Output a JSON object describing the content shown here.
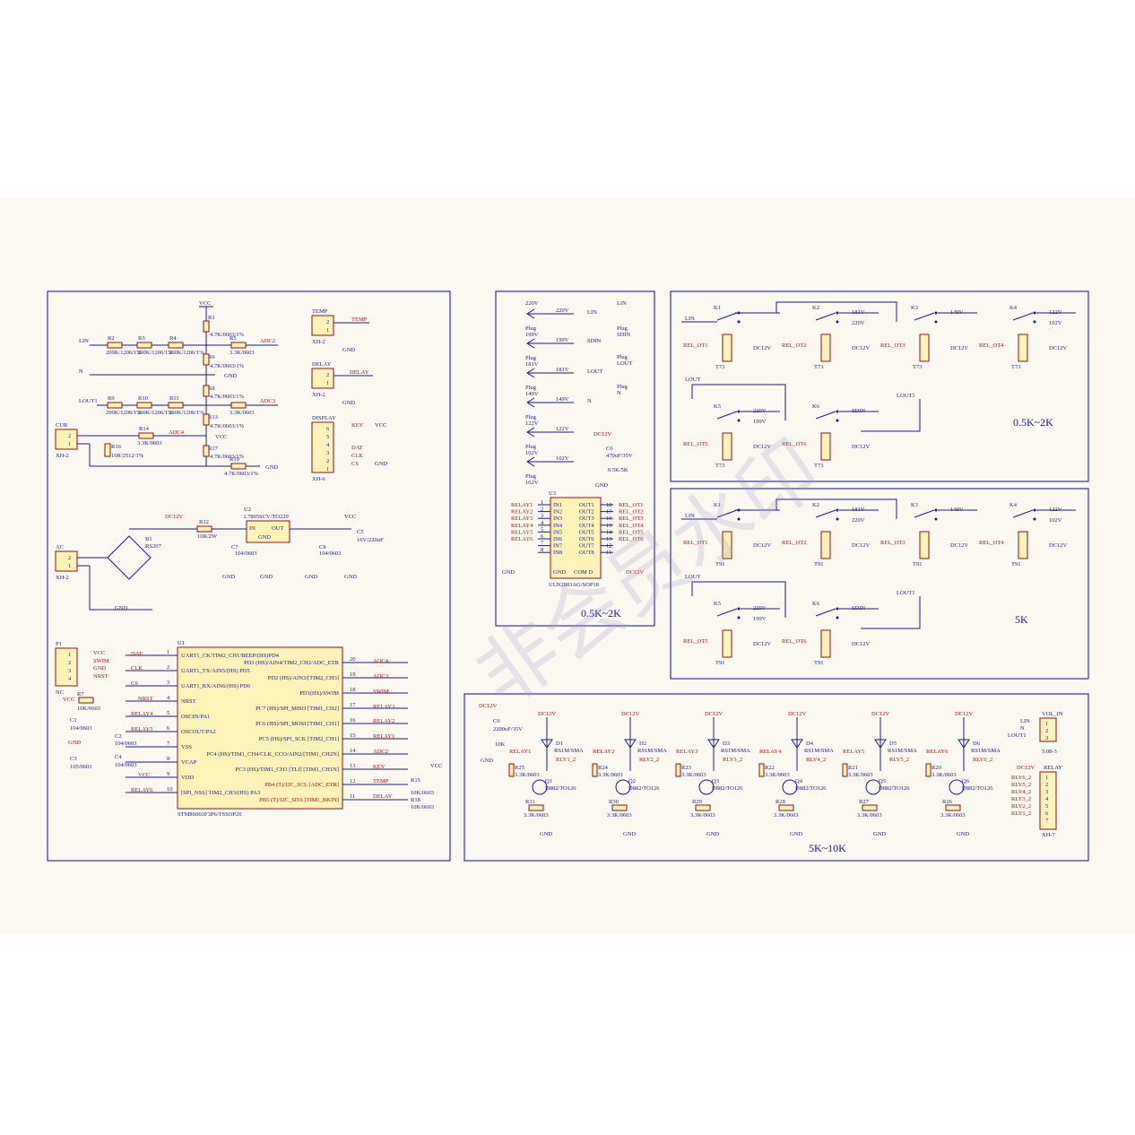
{
  "panels": {
    "mcu_area": {
      "labels": {
        "vcc": "VCC",
        "gnd": "GND",
        "lin": "LIN",
        "lout1": "LOUT1",
        "n": "N",
        "adc2": "ADC2",
        "adc3": "ADC3",
        "adc4": "ADC4",
        "cur": "CUR",
        "xh2": "XH-2",
        "xh6": "XH-6",
        "temp": "TEMP",
        "delay": "DELAY",
        "display": "DISPLAY",
        "key": "KEY",
        "dat": "DAT",
        "clk": "CLK",
        "cs": "CS",
        "r1": "R1",
        "r2": "R2",
        "r3": "R3",
        "r4": "R4",
        "r5": "R5",
        "r6": "R6",
        "r8": "R8",
        "r9": "R9",
        "r10": "R10",
        "r11": "R11",
        "r13": "R13",
        "r14": "R14",
        "r16": "R16",
        "r17": "R17",
        "r19": "R19",
        "r_series": "200K/1206/1%",
        "r_47k": "4.7K/0603/1%",
        "r_33k": "3.3K/0603",
        "r16_val": "10R/2512/1%",
        "r19_val": "4.7K/0603/1%",
        "dc12v": "DC12V",
        "u2": "U2",
        "u2_part": "L7805SCV/TO220",
        "in": "IN",
        "out": "OUT",
        "r32": "R32",
        "r32_val": "10R/2W",
        "b1": "B1",
        "rs207": "RS207",
        "ac": "AC",
        "c7": "C7",
        "c8": "C8",
        "c5": "C5",
        "c104": "104/0603",
        "c5_val": "16V/220uF",
        "p1": "P1",
        "nc": "NC",
        "swim": "SWIM",
        "nrst": "NRST",
        "r7": "R7",
        "r7_val": "10K/0603",
        "c1": "C1",
        "c2": "C2",
        "c3": "C3",
        "c4": "C4",
        "c3_val": "105/0603",
        "u1": "U1",
        "u1_part": "STM8S003F3P6/TSSOP20",
        "relay1": "RELAY1",
        "relay2": "RELAY2",
        "relay3": "RELAY3",
        "relay4": "RELAY4",
        "relay5": "RELAY5",
        "relay6": "RELAY6",
        "r15": "R15",
        "r18": "R18",
        "r10k": "10K/0603"
      },
      "u1_left_pins": [
        {
          "num": "1",
          "name": "UART1_CK/TIM2_CH1/BEEP/(HS)PD4"
        },
        {
          "num": "2",
          "name": "UART1_TX/AIN5/(HS) PD5"
        },
        {
          "num": "3",
          "name": "UART1_RX/AIN6/(HS) PD6"
        },
        {
          "num": "4",
          "name": "NRST"
        },
        {
          "num": "5",
          "name": "OSCIN/PA1"
        },
        {
          "num": "6",
          "name": "OSCOUT/PA2"
        },
        {
          "num": "7",
          "name": "VSS"
        },
        {
          "num": "8",
          "name": "VCAP"
        },
        {
          "num": "9",
          "name": "VDD"
        },
        {
          "num": "10",
          "name": "[SPI_NSS] TIM2_CH3/(HS) PA3"
        }
      ],
      "u1_right_pins": [
        {
          "num": "20",
          "name": "PD3 (HS)/AIN4/TIM2_CH2/ADC_ETR"
        },
        {
          "num": "19",
          "name": "PD2 (HS)/AIN3/[TIM2_CH3]"
        },
        {
          "num": "18",
          "name": "PD1(HS)/SWIM"
        },
        {
          "num": "17",
          "name": "PC7 (HS)/SPI_MISO [TIM1_CH2]"
        },
        {
          "num": "16",
          "name": "PC6 (HS)/SPI_MOSI [TIM1_CH1]"
        },
        {
          "num": "15",
          "name": "PC5 (HS)/SPI_SCK [TIM2_CH1]"
        },
        {
          "num": "14",
          "name": "PC4 (HS)/TIM1_CH4/CLK_CCO/AIN2/[TIM1_CH2N]"
        },
        {
          "num": "13",
          "name": "PC3 (HS)/TIM1_CH3 [TLI] [TIM1_CH1N]"
        },
        {
          "num": "12",
          "name": "PB4 (T)/I2C_SCL [ADC_ETR]"
        },
        {
          "num": "11",
          "name": "PB5 (T)/I2C_SDA [TIM1_BKIN]"
        }
      ]
    },
    "uln_area": {
      "taps": [
        "220V",
        "199V",
        "181V",
        "149V",
        "122V",
        "102V"
      ],
      "plug": "Plug",
      "net_labels": [
        "LIN",
        "SDIN",
        "LOUT",
        "N"
      ],
      "u3": "U3",
      "u3_part": "ULN2803AG/SOP18",
      "c6": "C6",
      "c6_val": "470uF/35V",
      "r_val": "0.5K/5K",
      "in_pins": [
        "IN1",
        "IN2",
        "IN3",
        "IN4",
        "IN5",
        "IN6",
        "IN7",
        "IN8"
      ],
      "out_pins": [
        "OUT1",
        "OUT2",
        "OUT3",
        "OUT4",
        "OUT5",
        "OUT6",
        "OUT7",
        "OUT8"
      ],
      "relay_in": [
        "RELAY1",
        "RELAY2",
        "RELAY3",
        "RELAY4",
        "RELAY5",
        "RELAY6"
      ],
      "rel_out": [
        "REL_OT1",
        "REL_OT2",
        "REL_OT3",
        "REL_OT4",
        "REL_OT5",
        "REL_OT6"
      ],
      "gnd": "GND",
      "com": "COM D",
      "footer": "0.5K~2K"
    },
    "relay_top": {
      "relays": [
        "K1",
        "K2",
        "K3",
        "K4",
        "K5",
        "K6"
      ],
      "coil": "T73",
      "footer": "0.5K~2K"
    },
    "relay_mid": {
      "coil": "T91",
      "footer": "5K"
    },
    "driver_area": {
      "dc12v": "DC12V",
      "c6": "C6",
      "c6_val": "2200uF/35V",
      "r10k": "10K",
      "diodes": [
        "D1",
        "D2",
        "D3",
        "D4",
        "D5",
        "D6"
      ],
      "diode_part": "RS1M/SMA",
      "transistors": [
        "Q1",
        "Q2",
        "Q3",
        "Q4",
        "Q5",
        "Q6"
      ],
      "trans_part": "D882/TO126",
      "base_r": [
        "R25",
        "R24",
        "R23",
        "R22",
        "R21",
        "R20"
      ],
      "pull_r": [
        "R31",
        "R30",
        "R29",
        "R28",
        "R27",
        "R26"
      ],
      "r_val": "3.3K/0603",
      "rly": [
        "RLY1_2",
        "RLY2_2",
        "RLY3_2",
        "RLY4_2",
        "RLY5_2",
        "RLY6_2"
      ],
      "vol_in": "VOL_IN",
      "vol_pins": [
        "LIN",
        "N",
        "LOUT1"
      ],
      "vol_part": "5.08-3",
      "relay_conn": "RELAY",
      "relay_part": "XH-7",
      "footer": "5K~10K"
    }
  },
  "watermark": "非会员水印"
}
